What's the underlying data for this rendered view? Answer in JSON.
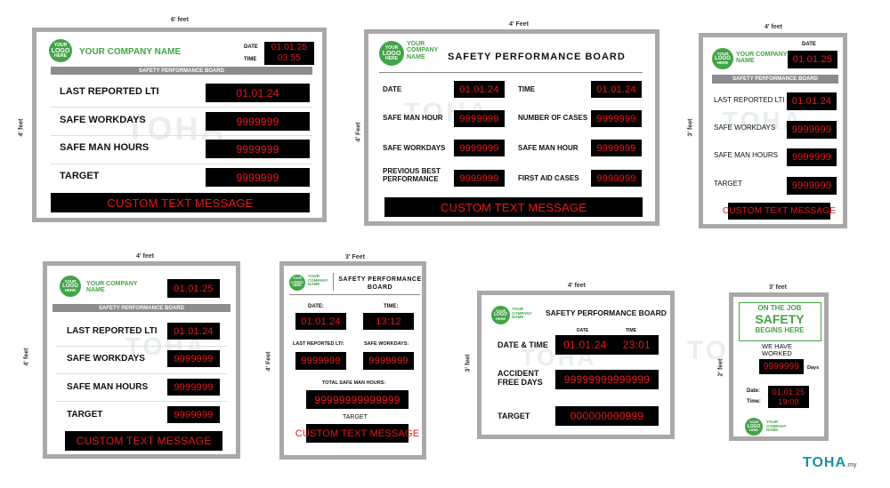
{
  "common": {
    "logo_lines": [
      "YOUR",
      "LOGO",
      "HERE"
    ],
    "company": "YOUR COMPANY NAME",
    "company_l1": "YOUR COMPANY",
    "company_l2": "NAME",
    "company_3a": "YOUR",
    "company_3b": "COMPANY",
    "company_3c": "NAME",
    "spb": "SAFETY PERFORMANCE BOARD",
    "spb_title": "SAFETY PERFORMANCE  BOARD",
    "custom": "CUSTOM TEXT MESSAGE",
    "wm": "TOHA",
    "wm_sub": ".my"
  },
  "b1": {
    "dim_w": "6' feet",
    "dim_h": "4' feet",
    "date_l": "DATE",
    "time_l": "TIME",
    "date": "01.01.25",
    "time": "03:55",
    "rows": [
      {
        "label": "LAST REPORTED LTI",
        "value": "01.01.24"
      },
      {
        "label": "SAFE WORKDAYS",
        "value": "9999999"
      },
      {
        "label": "SAFE MAN HOURS",
        "value": "9999999"
      },
      {
        "label": "TARGET",
        "value": "9999999"
      }
    ]
  },
  "b2": {
    "dim_w": "4' Feet",
    "dim_h": "4' Feet",
    "left": [
      {
        "label": "DATE",
        "value": "01.01.24"
      },
      {
        "label": "SAFE MAN HOUR",
        "value": "9999999"
      },
      {
        "label": "SAFE WORKDAYS",
        "value": "9999999"
      },
      {
        "label": "PREVIOUS BEST",
        "label2": "PERFORMANCE",
        "value": "9999999"
      }
    ],
    "right": [
      {
        "label": "TIME",
        "value": "01.01.24"
      },
      {
        "label": "NUMBER OF CASES",
        "value": "9999999"
      },
      {
        "label": "SAFE MAN HOUR",
        "value": "9999999"
      },
      {
        "label": "FIRST AID CASES",
        "value": "9999999"
      }
    ]
  },
  "b3": {
    "dim_w": "4' feet",
    "dim_h": "3' feet",
    "date_l": "DATE",
    "date": "01.01.25",
    "rows": [
      {
        "label": "LAST REPORTED LTI",
        "value": "01.01.24"
      },
      {
        "label": "SAFE WORKDAYS",
        "value": "9999999"
      },
      {
        "label": "SAFE MAN HOURS",
        "value": "9999999"
      },
      {
        "label": "TARGET",
        "value": "9999999"
      }
    ]
  },
  "b4": {
    "dim_w": "4' feet",
    "dim_h": "4' feet",
    "date": "01.01.25",
    "rows": [
      {
        "label": "LAST REPORTED LTI",
        "value": "01.01.24"
      },
      {
        "label": "SAFE WORKDAYS",
        "value": "9999999"
      },
      {
        "label": "SAFE MAN HOURS",
        "value": "9999999"
      },
      {
        "label": "TARGET",
        "value": "9999999"
      }
    ]
  },
  "b5": {
    "dim_w": "3' Feet",
    "dim_h": "4' Feet",
    "title1": "SAFETY PERFORMANCE",
    "title2": "BOARD",
    "date_l": "DATE:",
    "time_l": "TIME:",
    "date": "01.01.24",
    "time": "13:12",
    "lti_l": "LAST REPORTED LTI:",
    "wd_l": "SAFE WORKDAYS:",
    "lti": "9999999",
    "wd": "9999999",
    "tsmh_l": "TOTAL SAFE MAN HOURS:",
    "tsmh": "99999999999999",
    "target_l": "TARGET"
  },
  "b6": {
    "dim_w": "4' feet",
    "dim_h": "3' feet",
    "title": "SAFETY PERFORMANCE BOARD",
    "date_h": "DATE",
    "time_h": "TIME",
    "dt_l": "DATE & TIME",
    "date": "01.01.24",
    "time": "23:01",
    "acc_l1": "ACCIDENT",
    "acc_l2": "FREE DAYS",
    "acc": "99999999999999",
    "target_l": "TARGET",
    "target": "000000000999"
  },
  "b7": {
    "dim_w": "3' feet",
    "dim_h": "2' feet",
    "oj": "ON THE JOB",
    "safety": "SAFETY",
    "begins": "BEGINS HERE",
    "wh1": "WE HAVE",
    "wh2": "WORKED",
    "days_v": "9999999",
    "days_l": "Days",
    "date_l": "Date:",
    "time_l": "Time:",
    "date": "01.01.25",
    "time": "19:00"
  },
  "brand": {
    "t": "TOHA",
    "my": ".my"
  },
  "colors": {
    "green": "#43a447",
    "led_red": "#e8171c",
    "frame": "#a9a9a9",
    "bar": "#8c8c8c",
    "brand_teal": "#1b8fa8"
  }
}
